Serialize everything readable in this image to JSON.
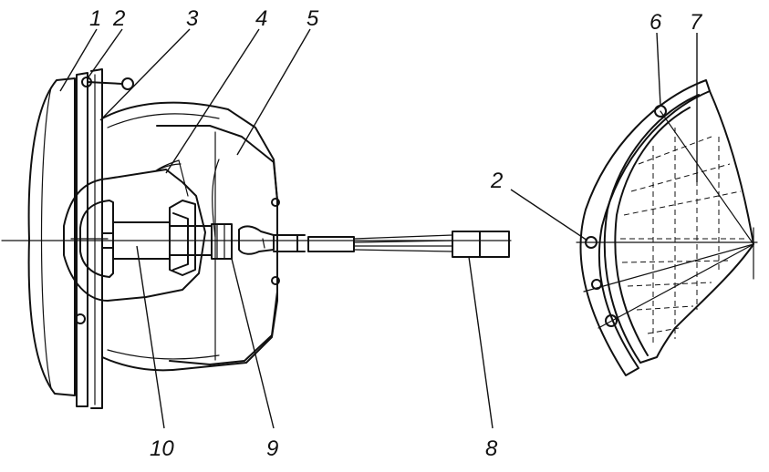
{
  "callouts": [
    {
      "id": "1",
      "text": "1"
    },
    {
      "id": "2a",
      "text": "2"
    },
    {
      "id": "3",
      "text": "3"
    },
    {
      "id": "4",
      "text": "4"
    },
    {
      "id": "5",
      "text": "5"
    },
    {
      "id": "2b",
      "text": "2"
    },
    {
      "id": "6",
      "text": "6"
    },
    {
      "id": "7",
      "text": "7"
    },
    {
      "id": "8",
      "text": "8"
    },
    {
      "id": "9",
      "text": "9"
    },
    {
      "id": "10",
      "text": "10"
    }
  ]
}
